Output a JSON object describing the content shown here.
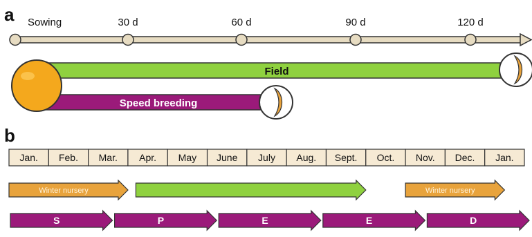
{
  "panel_a": {
    "label": "a",
    "timeline_ticks": [
      "Sowing",
      "30 d",
      "60 d",
      "90 d",
      "120 d"
    ],
    "bars": {
      "field": {
        "label": "Field",
        "color": "#8fd13f",
        "end_tick": "120 d"
      },
      "speed_breeding": {
        "label": "Speed breeding",
        "color": "#9b1a7a",
        "end_tick": "60 d"
      }
    },
    "colors": {
      "seed": "#f4a81d",
      "axis": "#d6c9a8",
      "pod": "#e8a33c"
    }
  },
  "panel_b": {
    "label": "b",
    "months": [
      "Jan.",
      "Feb.",
      "Mar.",
      "Apr.",
      "May",
      "June",
      "July",
      "Aug.",
      "Sept.",
      "Oct.",
      "Nov.",
      "Dec.",
      "Jan."
    ],
    "row1": [
      {
        "label": "Winter nursery",
        "color": "#e8a33c",
        "from_month": 0,
        "to_month": 3
      },
      {
        "label": "",
        "color": "#8fd13f",
        "from_month": 3.2,
        "to_month": 9
      },
      {
        "label": "Winter nursery",
        "color": "#e8a33c",
        "from_month": 10,
        "to_month": 12.5
      }
    ],
    "row2": [
      {
        "label": "S",
        "color": "#9b1a7a"
      },
      {
        "label": "P",
        "color": "#9b1a7a"
      },
      {
        "label": "E",
        "color": "#9b1a7a"
      },
      {
        "label": "E",
        "color": "#9b1a7a"
      },
      {
        "label": "D",
        "color": "#9b1a7a"
      }
    ],
    "colors": {
      "month_box": "#f6ead4",
      "month_border": "#333333"
    }
  }
}
